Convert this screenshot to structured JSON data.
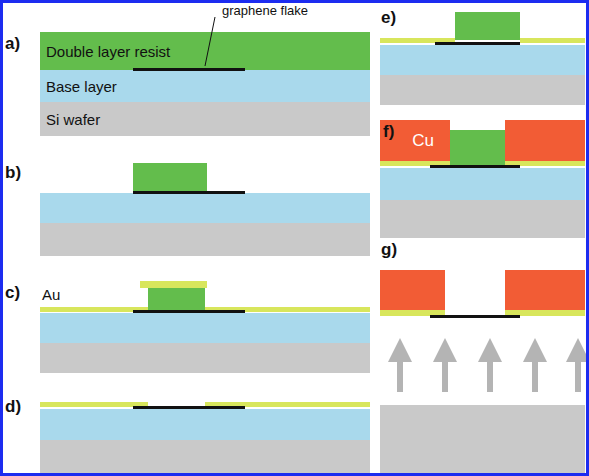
{
  "diagram": {
    "nodes": [
      {
        "text": [
          "Double layer resist"
        ]
      },
      {
        "text": [
          "Base layer"
        ]
      },
      {
        "text": [
          "Si wafer"
        ]
      },
      {
        "text": [
          "Cu"
        ]
      }
    ],
    "labels": [
      "graphene flake",
      "a)",
      "b)",
      "c)",
      "Au",
      "d)",
      "e)",
      "f)",
      "g)"
    ]
  }
}
